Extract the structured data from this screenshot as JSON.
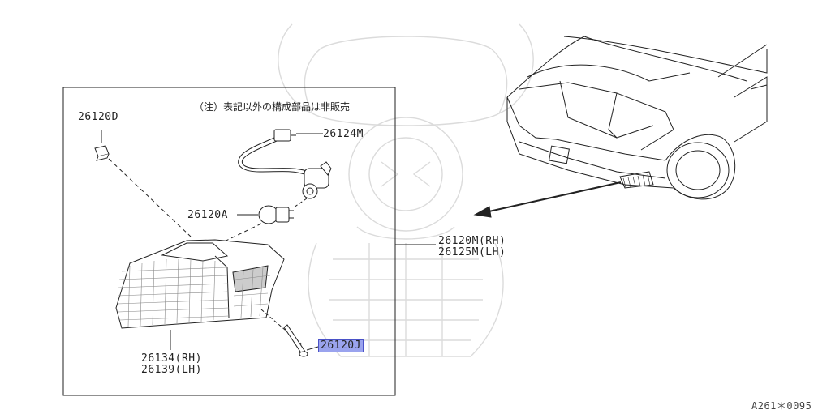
{
  "diagram": {
    "note": "（注）表記以外の構成部品は非販売",
    "parts": {
      "clip": "26120D",
      "harness": "26124M",
      "bulb": "26120A",
      "assembly_rh": "26120M(RH)",
      "assembly_lh": "26125M(LH)",
      "lens_rh": "26134(RH)",
      "lens_lh": "26139(LH)",
      "screw": "26120J"
    },
    "figure_code": "A261＊0095"
  },
  "colors": {
    "line": "#222222",
    "highlight_fill": "#9aa3ee",
    "highlight_border": "#4a52c8",
    "watermark": "#c8c8c8"
  }
}
